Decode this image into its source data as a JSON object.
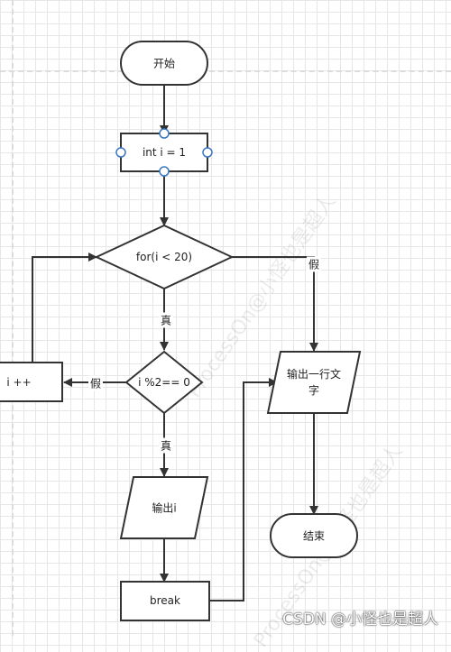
{
  "nodes": {
    "start": "开始",
    "init": "int i = 1",
    "loop_cond": "for(i < 20)",
    "mod_cond": "i %2== 0",
    "increment": "i ++",
    "output_i": "输出i",
    "break": "break",
    "output_text": "输出一行文字",
    "end": "结束"
  },
  "edges": {
    "loop_false": "假",
    "loop_true": "真",
    "mod_false": "假",
    "mod_true": "真"
  },
  "watermark": {
    "mark_1": "ProcessOn@小怪也是超人",
    "mark_2": "ProcessOn@小怪也是超人"
  },
  "footer": "CSDN @小怪也是超人"
}
